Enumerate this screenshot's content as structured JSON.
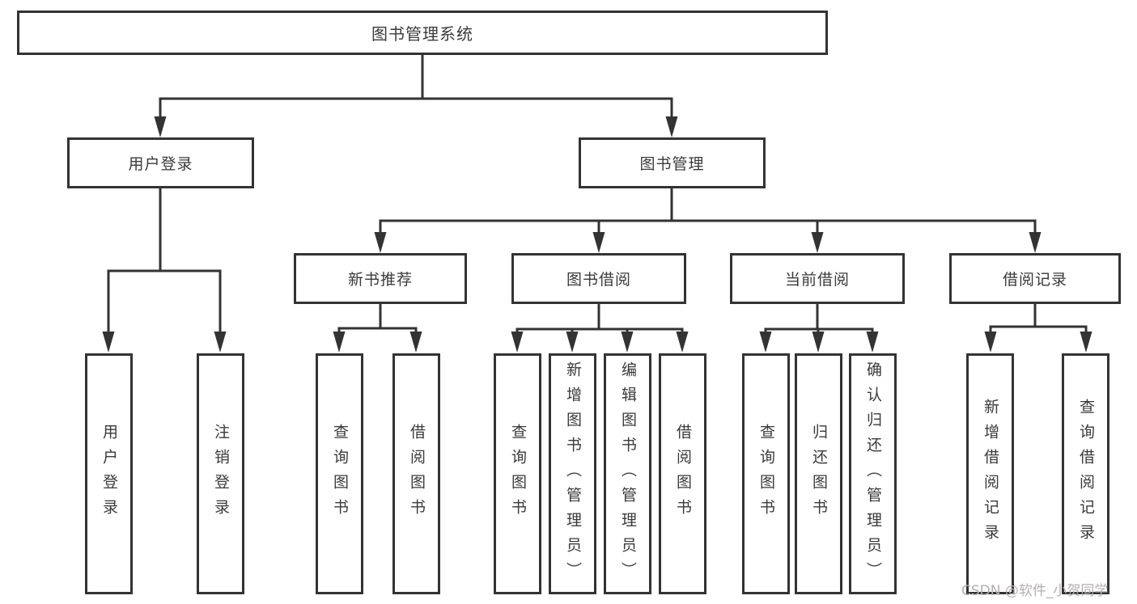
{
  "diagram": {
    "title": "图书管理系统",
    "root": {
      "label": "图书管理系统"
    },
    "level1": [
      {
        "label": "用户登录"
      },
      {
        "label": "图书管理"
      }
    ],
    "level2": [
      {
        "label": "新书推荐",
        "parent": "图书管理"
      },
      {
        "label": "图书借阅",
        "parent": "图书管理"
      },
      {
        "label": "当前借阅",
        "parent": "图书管理"
      },
      {
        "label": "借阅记录",
        "parent": "图书管理"
      }
    ],
    "leaves": [
      {
        "label": "用户登录",
        "parent": "用户登录"
      },
      {
        "label": "注销登录",
        "parent": "用户登录"
      },
      {
        "label": "查询图书",
        "parent": "新书推荐"
      },
      {
        "label": "借阅图书",
        "parent": "新书推荐"
      },
      {
        "label": "查询图书",
        "parent": "图书借阅"
      },
      {
        "label": "新增图书（管理员）",
        "parent": "图书借阅"
      },
      {
        "label": "编辑图书（管理员）",
        "parent": "图书借阅"
      },
      {
        "label": "借阅图书",
        "parent": "图书借阅"
      },
      {
        "label": "查询图书",
        "parent": "当前借阅"
      },
      {
        "label": "归还图书",
        "parent": "当前借阅"
      },
      {
        "label": "确认归还（管理员）",
        "parent": "当前借阅"
      },
      {
        "label": "新增借阅记录",
        "parent": "借阅记录"
      },
      {
        "label": "查询借阅记录",
        "parent": "借阅记录"
      }
    ]
  },
  "watermark": {
    "text": "CSDN @软件_小贺同学"
  },
  "colors": {
    "line": "#333333",
    "box_border": "#333333",
    "text": "#3a3a3a",
    "watermark": "#b3afaf",
    "background": "#ffffff"
  }
}
